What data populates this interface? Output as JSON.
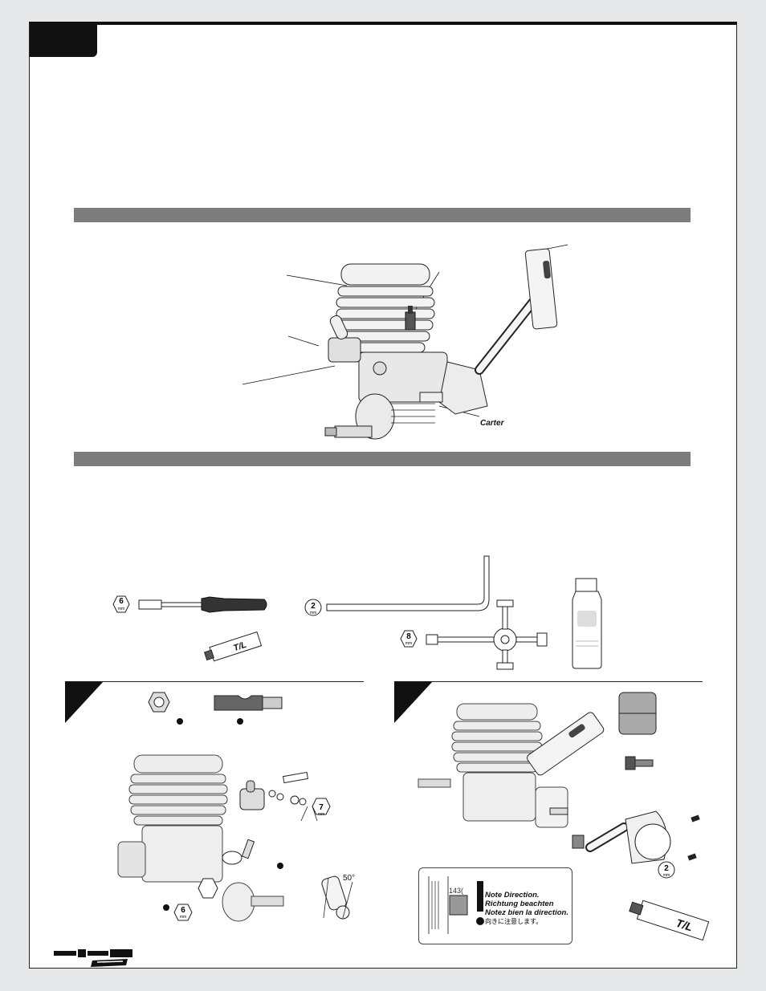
{
  "labels": {
    "carter": "Carter",
    "angle": "50°",
    "ruler_value": "143("
  },
  "tool_badges": {
    "socket_6mm": {
      "size": "6",
      "unit": "mm"
    },
    "hex_2mm": {
      "size": "2",
      "unit": "mm"
    },
    "cross_8mm": {
      "size": "8",
      "unit": "mm"
    },
    "step1_7mm": {
      "size": "7",
      "unit": "mm"
    },
    "step1_6mm": {
      "size": "6",
      "unit": "mm"
    },
    "step2_2mm": {
      "size": "2",
      "unit": "mm"
    }
  },
  "tube_label": "T/L",
  "note": {
    "en": "Note Direction.",
    "de": "Richtung beachten",
    "fr": "Notez bien la direction.",
    "jp": "向きに注意します。"
  },
  "colors": {
    "section_bar": "#7d7d7d",
    "page_bg": "#ffffff",
    "outer_bg": "#e6e7e8",
    "ink": "#111111"
  }
}
